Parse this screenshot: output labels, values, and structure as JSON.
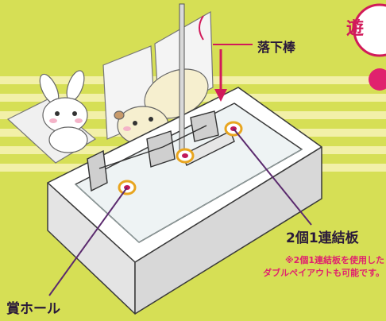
{
  "labels": {
    "rod": "落下棒",
    "plate": "2個1連結板",
    "hole": "賞ホール",
    "badge": "遊"
  },
  "note": {
    "line1": "※2個1連結板を使用した",
    "line2": "ダブルペイアウトも可能です。"
  },
  "colors": {
    "background": "#d6df55",
    "stripe": "#f2f0a8",
    "accent": "#d11a5a",
    "box_outline": "#3a3a3a",
    "hole_ring": "#e8a520"
  }
}
